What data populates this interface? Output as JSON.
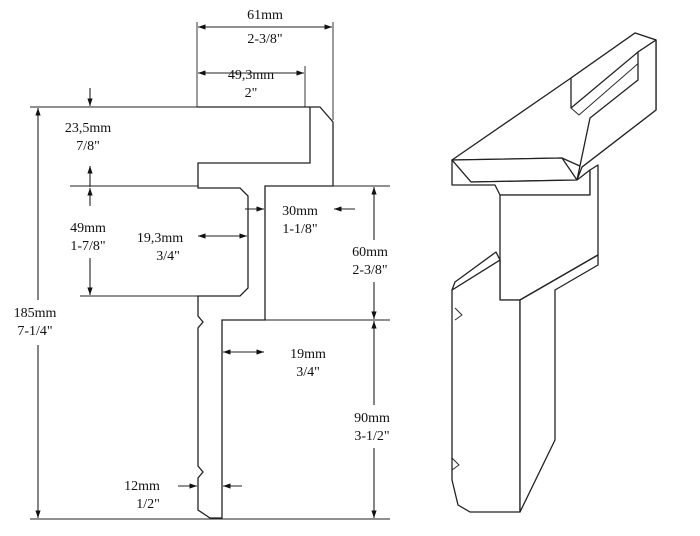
{
  "dimensions": {
    "top_width": {
      "metric": "61mm",
      "imperial": "2-3/8\""
    },
    "cap_width": {
      "metric": "49,3mm",
      "imperial": "2\""
    },
    "cap_height": {
      "metric": "23,5mm",
      "imperial": "7/8\""
    },
    "rebate_height": {
      "metric": "49mm",
      "imperial": "1-7/8\""
    },
    "rebate_depth": {
      "metric": "19,3mm",
      "imperial": "3/4\""
    },
    "web_offset": {
      "metric": "30mm",
      "imperial": "1-1/8\""
    },
    "total_height": {
      "metric": "185mm",
      "imperial": "7-1/4\""
    },
    "upper_height": {
      "metric": "60mm",
      "imperial": "2-3/8\""
    },
    "stem_width": {
      "metric": "19mm",
      "imperial": "3/4\""
    },
    "lower_height": {
      "metric": "90mm",
      "imperial": "3-1/2\""
    },
    "foot_width": {
      "metric": "12mm",
      "imperial": "1/2\""
    }
  }
}
